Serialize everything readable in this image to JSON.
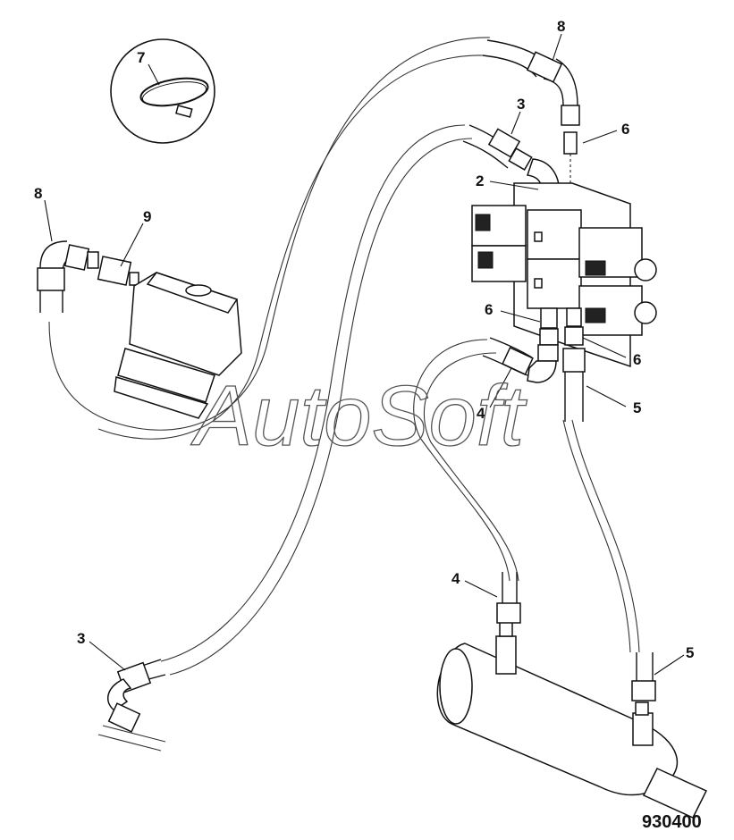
{
  "diagram": {
    "figure_number": "930400",
    "watermark": "AutoSoft",
    "callouts": {
      "c8_top": "8",
      "c7": "7",
      "c3_top": "3",
      "c6_top": "6",
      "c2": "2",
      "c8_left": "8",
      "c9": "9",
      "c6_mid_left": "6",
      "c6_mid_right": "6",
      "c4_top": "4",
      "c5_top": "5",
      "c4_bottom": "4",
      "c3_bottom": "3",
      "c5_bottom": "5"
    }
  }
}
